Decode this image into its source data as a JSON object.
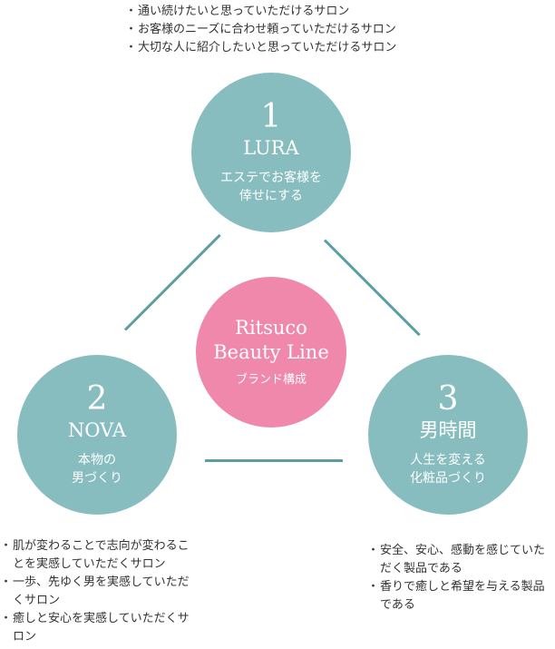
{
  "top_notes": [
    "通い続けたいと思っていただけるサロン",
    "お客様のニーズに合わせ頼っていただけるサロン",
    "大切な人に紹介したいと思っていただけるサロン"
  ],
  "circles": {
    "lura": {
      "number": "1",
      "name": "LURA",
      "description": "エステでお客様を\n倖せにする"
    },
    "nova": {
      "number": "2",
      "name": "NOVA",
      "description": "本物の\n男づくり"
    },
    "danjikan": {
      "number": "3",
      "name": "男時間",
      "description": "人生を変える\n化粧品づくり"
    },
    "center": {
      "title": "Ritsuco\nBeauty Line",
      "subtitle": "ブランド構成"
    }
  },
  "nova_notes": [
    "肌が変わることで志向が変わることを実感していただくサロン",
    "一歩、先ゆく男を実感していただくサロン",
    "癒しと安心を実感していただくサロン"
  ],
  "danjikan_notes": [
    "安全、安心、感動を感じていただく製品である",
    "香りで癒しと希望を与える製品である"
  ],
  "colors": {
    "circle": "#88bdc0",
    "center": "#ef88aa",
    "connector": "#5a9ea3"
  }
}
